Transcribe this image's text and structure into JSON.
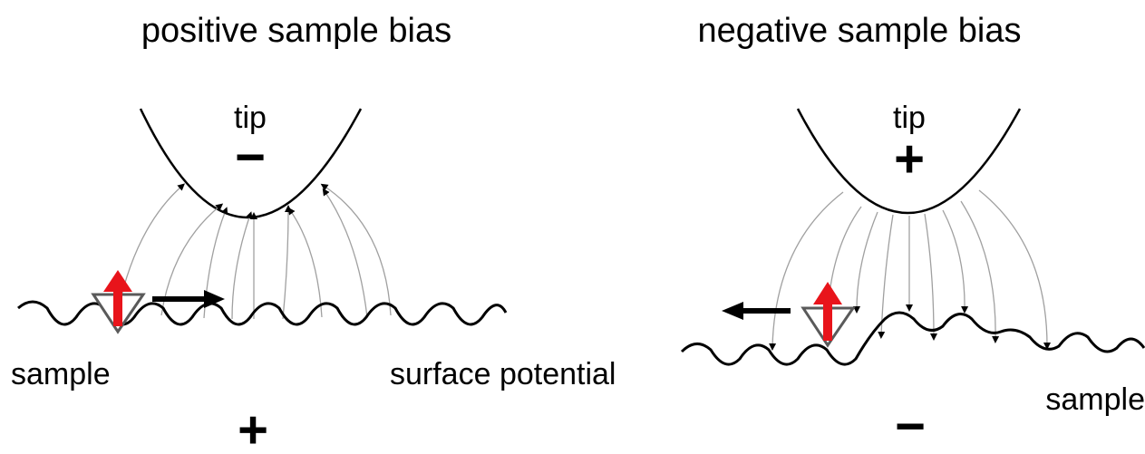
{
  "left_panel": {
    "title": "positive sample bias",
    "tip_label": "tip",
    "tip_sign": "−",
    "sample_label": "sample",
    "sample_sign": "+",
    "surface_label": "surface potential"
  },
  "right_panel": {
    "title": "negative sample bias",
    "tip_label": "tip",
    "tip_sign": "+",
    "sample_label": "sample",
    "sample_sign": "−"
  },
  "colors": {
    "line": "#000000",
    "field_line": "#a0a0a0",
    "spin_arrow": "#e8141b",
    "spin_outline": "#5a5a5a"
  }
}
